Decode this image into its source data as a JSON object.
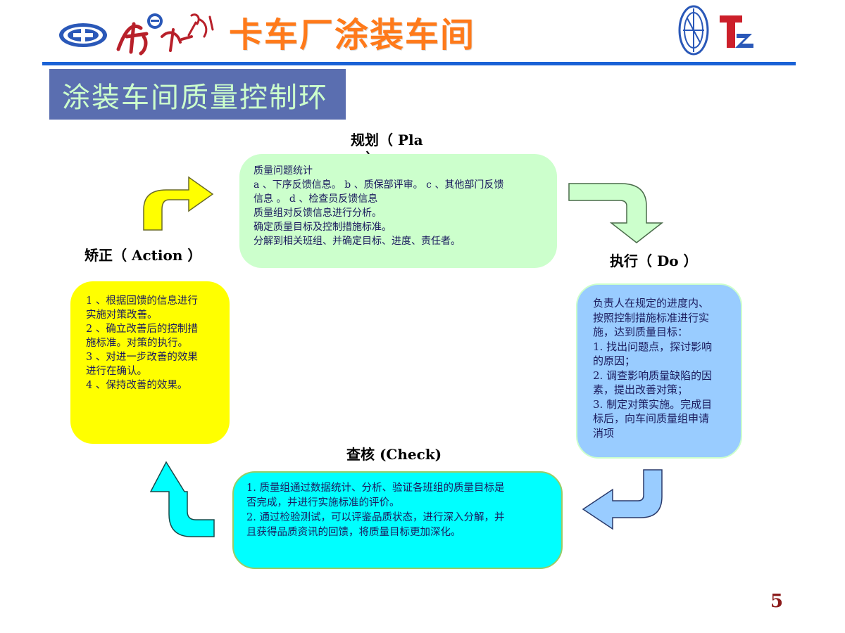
{
  "header": {
    "title": "卡车厂涂装车间",
    "logo_text": "解放",
    "right_logo_text": "Tz"
  },
  "section_title": "涂装车间质量控制环",
  "cycle": {
    "plan": {
      "label_line1": "规划（ Pla",
      "label_line2": "n ）",
      "lines": [
        "质量问题统计",
        "a 、下序反馈信息。 b 、质保部评审。 c 、其他部门反馈",
        "信息 。 d 、检查员反馈信息",
        "质量组对反馈信息进行分析。",
        "确定质量目标及控制措施标准。",
        "分解到相关班组、并确定目标、进度、责任者。"
      ]
    },
    "do": {
      "label": "执行（ Do ）",
      "lines": [
        "负责人在规定的进度内、",
        "按照控制措施标准进行实",
        "施，达到质量目标：",
        "1. 找出问题点，探讨影响",
        "的原因；",
        "2. 调查影响质量缺陷的因",
        "素，提出改善对策；",
        "3. 制定对策实施。完成目",
        "标后，向车间质量组申请",
        "消项"
      ]
    },
    "check": {
      "label": "查核 (Check)",
      "lines": [
        "1. 质量组通过数据统计、分析、验证各班组的质量目标是",
        "否完成，并进行实施标准的评价。",
        "2. 通过检验测试，可以评鉴品质状态，进行深入分解，并",
        "且获得品质资讯的回馈，将质量目标更加深化。"
      ]
    },
    "action": {
      "label": "矫正（ Action ）",
      "lines": [
        "1 、根据回馈的信息进行",
        "实施对策改善。",
        "2 、确立改善后的控制措",
        "施标准。对策的执行。",
        "3 、对进一步改善的效果",
        "进行在确认。",
        "4 、保持改善的效果。"
      ]
    }
  },
  "page_number": "5",
  "colors": {
    "plan": "#ccffcc",
    "do": "#99ccff",
    "check": "#00ffff",
    "action": "#ffff00",
    "header_title": "#ff7a1a",
    "rule": "#1a62d6",
    "title_box": "#5a6eb0"
  },
  "icons": [
    "emblem-icon",
    "calligraphy-logo-icon",
    "circle-emblem-icon",
    "tz-logo-icon",
    "arrow-plan-to-do-icon",
    "arrow-do-to-check-icon",
    "arrow-check-to-action-icon",
    "arrow-action-to-plan-icon"
  ]
}
